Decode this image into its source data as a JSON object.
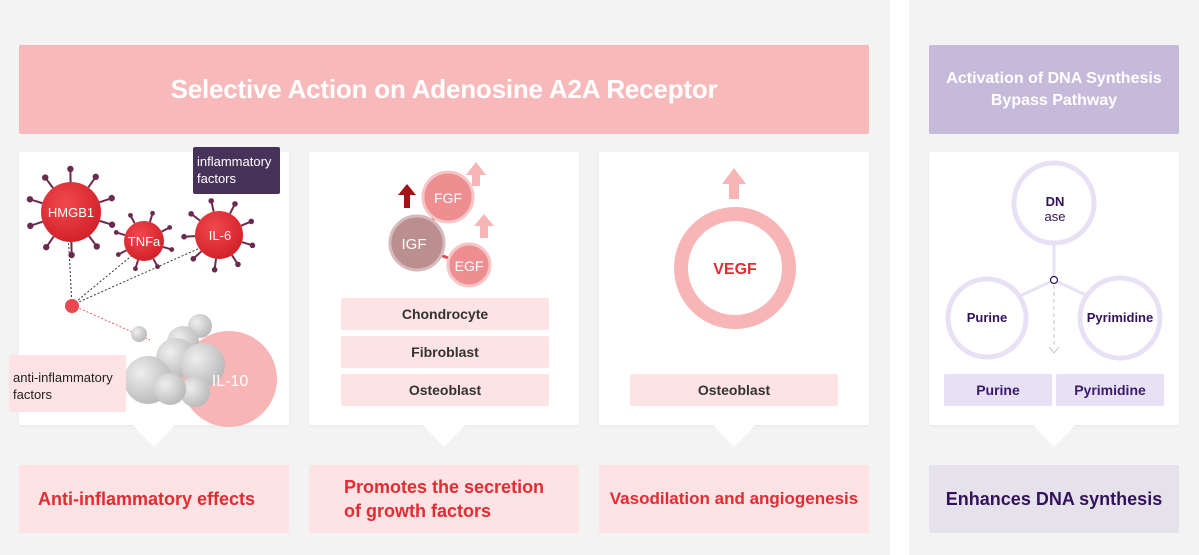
{
  "banner": {
    "title": "Selective Action on Adenosine A2A Receptor",
    "dna_title_line1": "Activation of DNA Synthesis",
    "dna_title_line2": "Bypass Pathway"
  },
  "anti_inflammatory_card": {
    "cytokines": [
      "HMGB1",
      "TNFa",
      "IL-6"
    ],
    "inflammatory_label_line1": "inflammatory",
    "inflammatory_label_line2": "factors",
    "anti_label_line1": "anti-inflammatory",
    "anti_label_line2": "factors",
    "il10": "IL-10"
  },
  "growth_factor_card": {
    "factors": [
      "FGF",
      "IGF",
      "EGF"
    ],
    "cells": [
      "Chondrocyte",
      "Fibroblast",
      "Osteoblast"
    ]
  },
  "vegf_card": {
    "factor": "VEGF",
    "cell": "Osteoblast"
  },
  "dna_card": {
    "dnase_line1": "DN",
    "dnase_line2": "ase",
    "left_circle": "Purine",
    "right_circle": "Pyrimidine",
    "chips": [
      "Purine",
      "Pyrimidine"
    ]
  },
  "effects": {
    "anti_inflammatory": "Anti-inflammatory effects",
    "growth_line1": "Promotes the secretion",
    "growth_line2": "of growth factors",
    "vaso": "Vasodilation and angiogenesis",
    "dna": "Enhances DNA synthesis"
  },
  "colors": {
    "banner_pink": "#f8b9ba",
    "banner_purple": "#c6badb",
    "effect_red": "#e32b33",
    "effect_purple": "#33125b",
    "cytokine_red": "#e8282f"
  }
}
